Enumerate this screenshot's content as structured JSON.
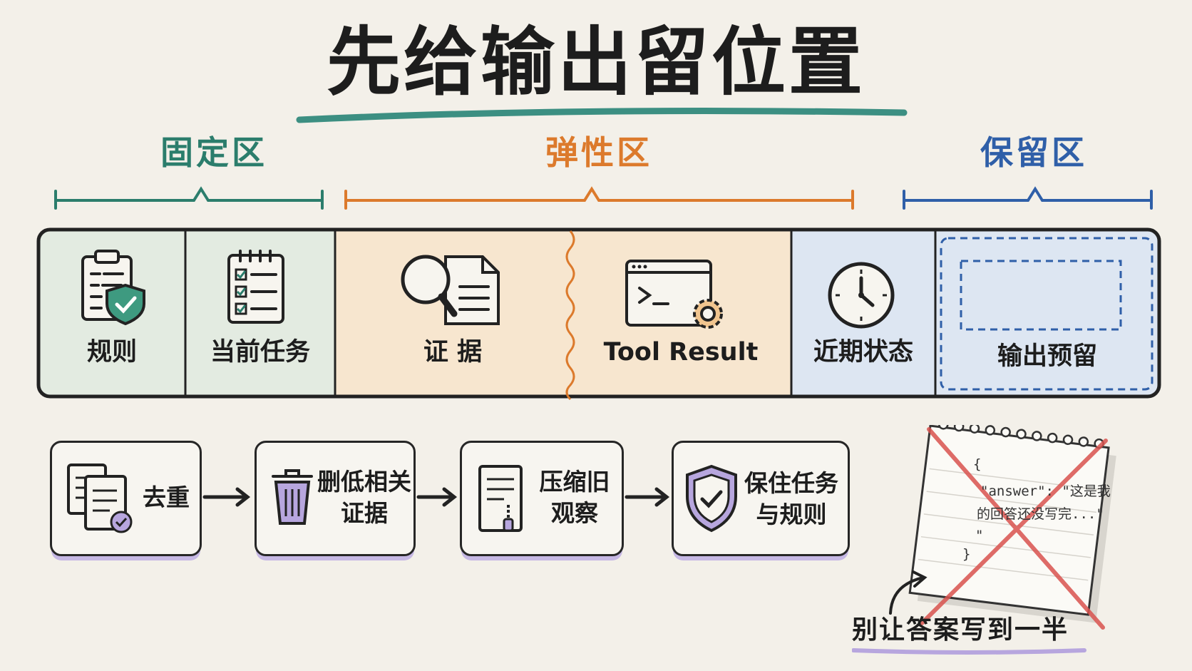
{
  "title": "先给输出留位置",
  "colors": {
    "fixed": "#2b7d6c",
    "elastic": "#dc7a2c",
    "reserved": "#2f5fa8",
    "fixed_bg": "#e3ebe1",
    "elastic_bg": "#f7e6cf",
    "reserved_bg": "#dde6f2",
    "accent_underline": "#3c8f82",
    "step_shadow": "#c6b8e4",
    "cross": "#d9534f"
  },
  "zones": {
    "fixed": {
      "label": "固定区"
    },
    "elastic": {
      "label": "弹性区"
    },
    "reserved": {
      "label": "保留区"
    }
  },
  "segments": [
    {
      "label": "规则",
      "icon": "clipboard-shield-icon"
    },
    {
      "label": "当前任务",
      "icon": "checklist-icon"
    },
    {
      "label": "证 据",
      "icon": "magnifier-document-icon"
    },
    {
      "label": "Tool Result",
      "icon": "terminal-gear-icon"
    },
    {
      "label": "近期状态",
      "icon": "clock-icon"
    },
    {
      "label": "输出预留",
      "icon": "dashed-placeholder-icon"
    }
  ],
  "steps": [
    {
      "line1": "去重",
      "line2": "",
      "icon": "duplicate-docs-icon"
    },
    {
      "line1": "删低相关",
      "line2": "证据",
      "icon": "trash-icon"
    },
    {
      "line1": "压缩旧",
      "line2": "观察",
      "icon": "zipped-doc-icon"
    },
    {
      "line1": "保住任务",
      "line2": "与规则",
      "icon": "shield-check-icon"
    }
  ],
  "note": {
    "open_brace": "{",
    "line1": "\"answer\": \"这是我",
    "line2": "的回答还没写完...\"",
    "line3": "\"",
    "close_brace": "}",
    "icon": "crossed-note-icon"
  },
  "caption": "别让答案写到一半"
}
